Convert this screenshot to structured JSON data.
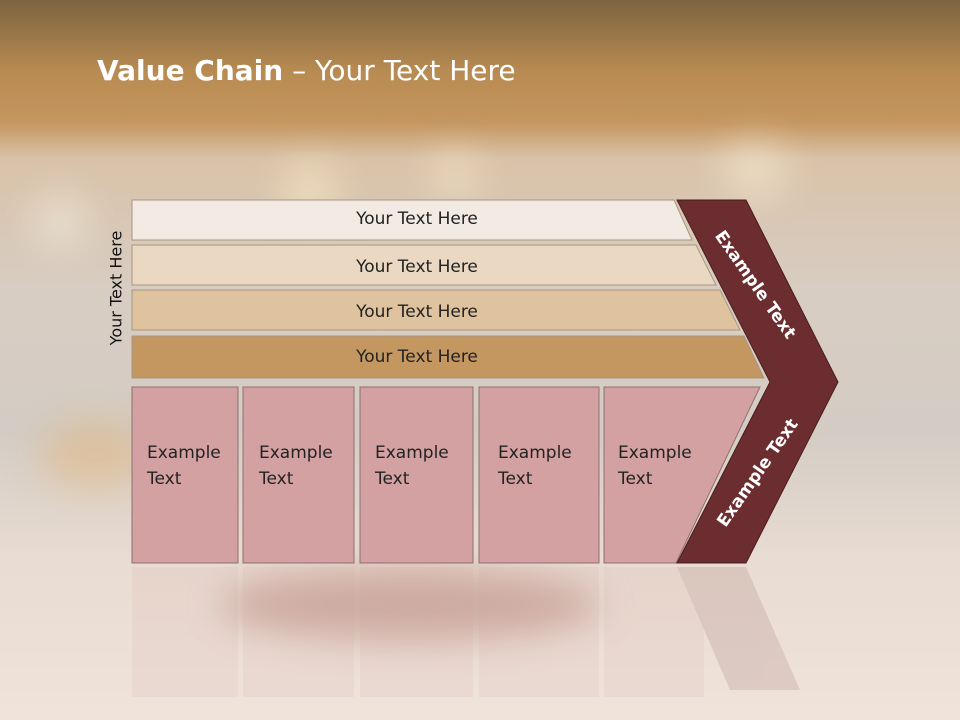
{
  "slide": {
    "title_bold": "Value Chain",
    "title_rest": " – Your Text Here",
    "side_label": "Your Text Here"
  },
  "support_bars": [
    {
      "label": "Your Text Here",
      "color": "#f2ebe3"
    },
    {
      "label": "Your Text Here",
      "color": "#ead8c2"
    },
    {
      "label": "Your Text Here",
      "color": "#dfc39e"
    },
    {
      "label": "Your Text Here",
      "color": "#c49660"
    }
  ],
  "primary_activities": [
    {
      "line1": "Example",
      "line2": "Text"
    },
    {
      "line1": "Example",
      "line2": "Text"
    },
    {
      "line1": "Example",
      "line2": "Text"
    },
    {
      "line1": "Example",
      "line2": "Text"
    },
    {
      "line1": "Example",
      "line2": "Text"
    }
  ],
  "chevron": {
    "upper_label": "Example Text",
    "lower_label": "Example Text",
    "color": "#6b2d2f"
  },
  "colors": {
    "activity_fill": "#d3a1a2",
    "activity_border": "#8f7070",
    "title_text": "#ffffff"
  }
}
